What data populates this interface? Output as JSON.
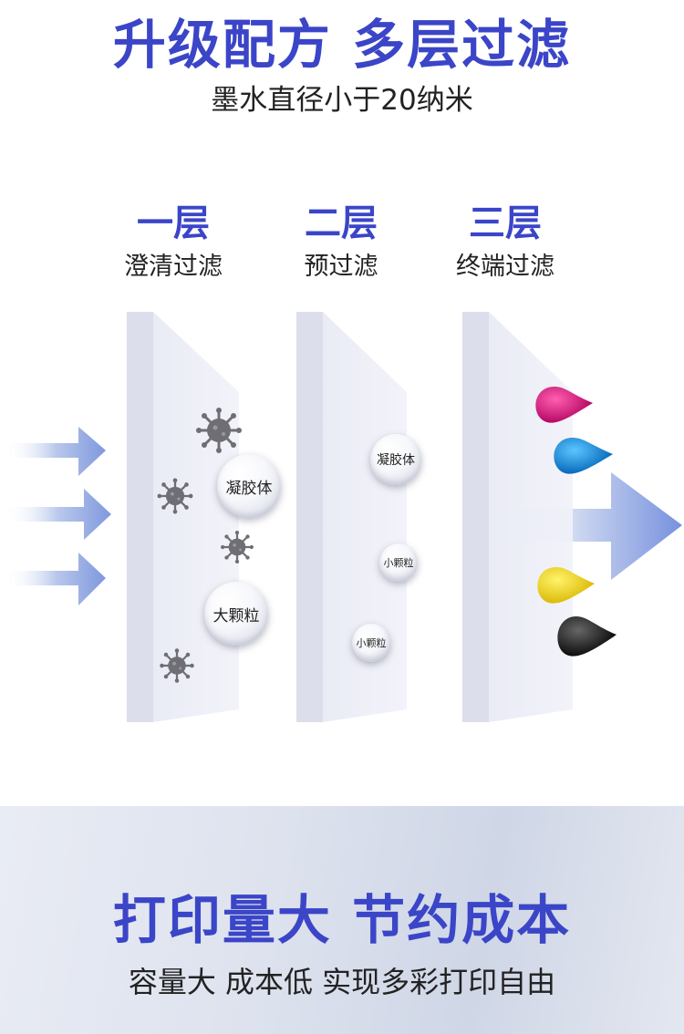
{
  "header": {
    "title": "升级配方  多层过滤",
    "subtitle": "墨水直径小于20纳米"
  },
  "layers": [
    {
      "name": "一层",
      "desc": "澄清过滤"
    },
    {
      "name": "二层",
      "desc": "预过滤"
    },
    {
      "name": "三层",
      "desc": "终端过滤"
    }
  ],
  "particles": {
    "colloid_1": "凝胶体",
    "large_particle": "大颗粒",
    "colloid_2": "凝胶体",
    "small_particle_1": "小颗粒",
    "small_particle_2": "小颗粒"
  },
  "footer": {
    "title": "打印量大  节约成本",
    "subtitle": "容量大 成本低 实现多彩打印自由"
  },
  "colors": {
    "accent": "#3b45c8",
    "magenta": "#d4127a",
    "cyan": "#0a86d6",
    "yellow": "#f2d200",
    "black": "#111111"
  }
}
